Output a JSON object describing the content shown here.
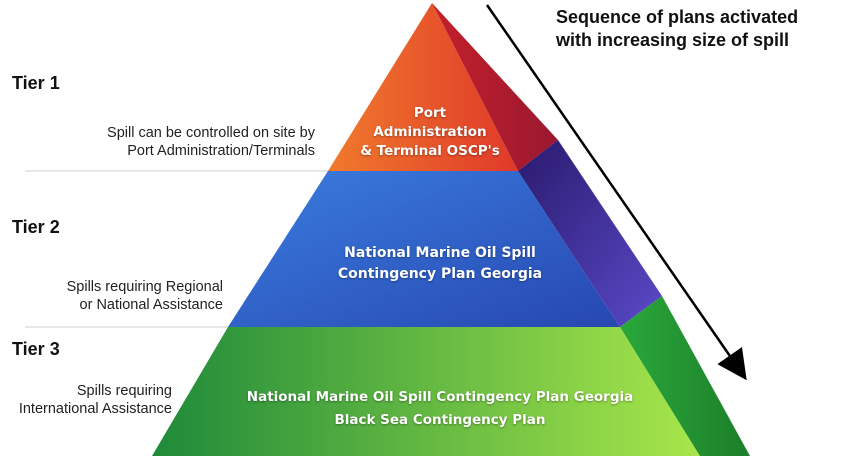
{
  "tiers": [
    {
      "label": "Tier 1",
      "description_lines": [
        "Spill can be controlled on site by",
        "Port Administration/Terminals"
      ],
      "plan_lines": [
        "Port",
        "Administration",
        "& Terminal OSCP's"
      ],
      "color_front": "#e8522a",
      "color_side": "#b71c2a"
    },
    {
      "label": "Tier 2",
      "description_lines": [
        "Spills requiring Regional",
        "or National Assistance"
      ],
      "plan_lines": [
        "National Marine Oil Spill",
        "Contingency Plan Georgia"
      ],
      "color_front": "#2f5fc8",
      "color_side": "#3a2a9a"
    },
    {
      "label": "Tier 3",
      "description_lines": [
        "Spills requiring",
        "International Assistance"
      ],
      "plan_lines": [
        "National Marine Oil Spill Contingency Plan Georgia",
        "Black Sea Contingency Plan"
      ],
      "color_front": "#3aa83a",
      "color_side": "#1e8e2e"
    }
  ],
  "sequence": {
    "title_lines": [
      "Sequence of plans activated",
      "with increasing size of spill"
    ]
  }
}
